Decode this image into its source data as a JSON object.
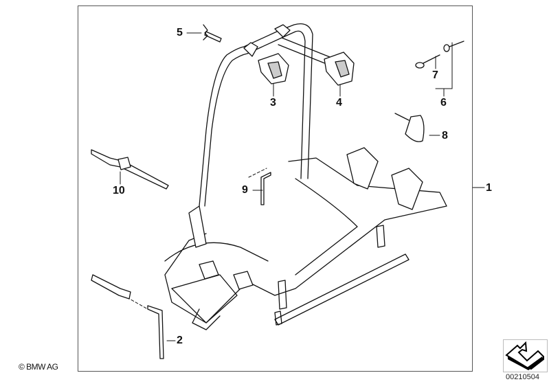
{
  "diagram": {
    "part_labels": {
      "p1": "1",
      "p2": "2",
      "p3": "3",
      "p4": "4",
      "p5": "5",
      "p6": "6",
      "p7": "7",
      "p8": "8",
      "p9": "9",
      "p10": "10"
    },
    "copyright": "© BMW AG",
    "document_number": "00210504"
  }
}
